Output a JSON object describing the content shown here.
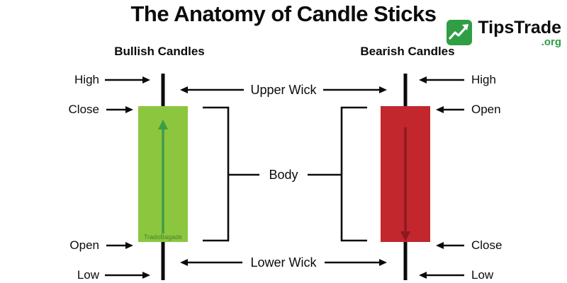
{
  "title": "The Anatomy of Candle Sticks",
  "logo": {
    "name": "TipsTrade",
    "tld": ".org"
  },
  "bullish": {
    "heading": "Bullish Candles",
    "watermark": "TradoBagade",
    "labels": {
      "high": "High",
      "close": "Close",
      "open": "Open",
      "low": "Low"
    }
  },
  "bearish": {
    "heading": "Bearish Candles",
    "labels": {
      "high": "High",
      "open": "Open",
      "close": "Close",
      "low": "Low"
    }
  },
  "center": {
    "upper_wick": "Upper Wick",
    "body": "Body",
    "lower_wick": "Lower Wick"
  },
  "colors": {
    "bullish_body": "#8cc63f",
    "bearish_body": "#c1272d",
    "bullish_arrow": "#3c9e47",
    "bearish_arrow": "#8b1a1e",
    "wick": "#0b0b0b",
    "logo_green": "#2f9e44"
  }
}
